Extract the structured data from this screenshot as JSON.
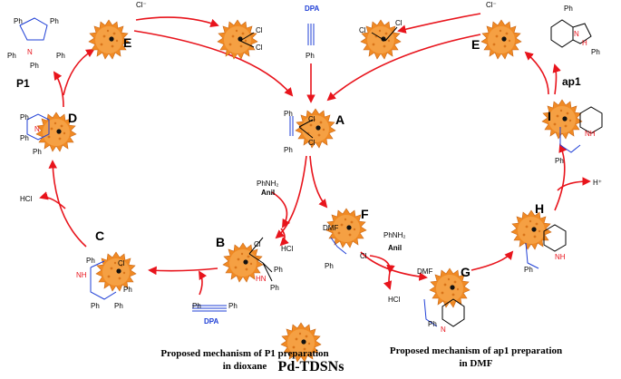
{
  "labels": {
    "A": "A",
    "B": "B",
    "C": "C",
    "D": "D",
    "E_left": "E",
    "E_right": "E",
    "F": "F",
    "G": "G",
    "H": "H",
    "I": "I"
  },
  "products": {
    "P1": "P1",
    "ap1": "ap1"
  },
  "reagents": {
    "chloride_top_left": "Cl⁻",
    "chloride_top_right": "Cl⁻",
    "dpa_top": "DPA",
    "dpa_bottom": "DPA",
    "phnh2_left": "PhNH₂",
    "anil_left": "Anil",
    "phnh2_right": "PhNH₂",
    "anil_right": "Anil",
    "hcl_left": "HCl",
    "hcl_middle": "HCl",
    "hcl_right": "HCl",
    "proton": "H⁺"
  },
  "atoms": {
    "cl": "Cl",
    "ph": "Ph",
    "n": "N",
    "nh": "NH",
    "hn": "HN",
    "h": "H",
    "dmf": "DMF"
  },
  "captions": {
    "left_line1": "Proposed mechanism of P1 preparation",
    "left_line2": "in dioxane",
    "right_line1": "Proposed mechanism of ap1 preparation",
    "right_line2": "in DMF"
  },
  "legend": {
    "catalyst": "Pd-TDSNs"
  },
  "colors": {
    "arrow": "#e8141c",
    "nanoparticle": "#f08a24",
    "nanoparticle_dark": "#c96512",
    "reagent_blue": "#1f3fd6",
    "nitrogen_red": "#e8141c",
    "bond_blue": "#1f3fd6",
    "text": "#000000"
  }
}
